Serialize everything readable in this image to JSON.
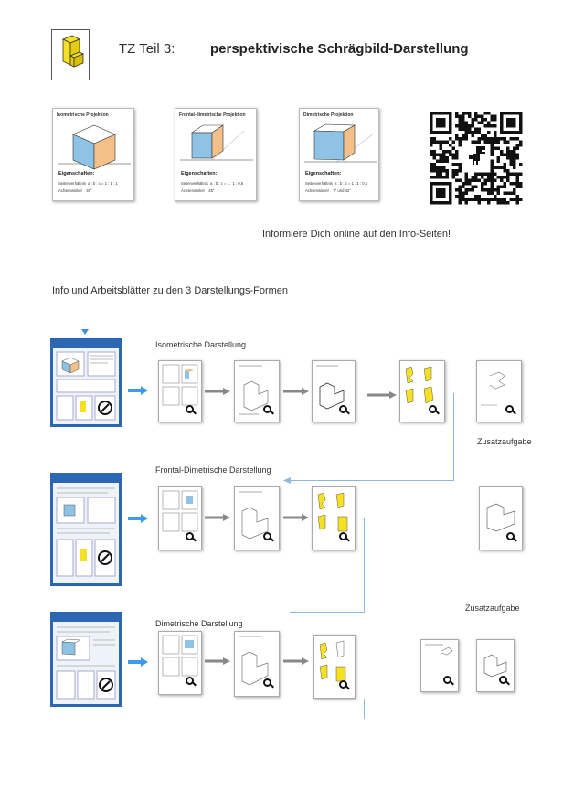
{
  "header": {
    "prefix": "TZ   Teil 3:",
    "title": "perspektivische Schrägbild-Darstellung"
  },
  "info_cards": [
    {
      "title": "Isometrische Projektion",
      "props_label": "Eigenschaften:",
      "ratio_label": "Seitenverhältnis",
      "ratio_value": "a : b : c = 1 : 1 : 1",
      "angle_label": "Achsenwinkel",
      "angle_value": "30°"
    },
    {
      "title": "Frontal-dimetrische Projektion",
      "props_label": "Eigenschaften:",
      "ratio_label": "Seitenverhältnis",
      "ratio_value": "a : b : c = 1 : 1 : 0,5",
      "angle_label": "Achsenwinkel",
      "angle_value": "45°"
    },
    {
      "title": "Dimetrische Projektion",
      "props_label": "Eigenschaften:",
      "ratio_label": "Seitenverhältnis",
      "ratio_value": "a : b : c = 1 : 1 : 0,5",
      "angle_label": "Achsenwinkel",
      "angle_value": "7° und 42°"
    }
  ],
  "info_online": "Informiere Dich online auf den  Info-Seiten!",
  "section_heading": "Info und Arbeitsblätter zu den 3 Darstellungs-Formen",
  "rows": [
    {
      "label": "Isometrische Darstellung"
    },
    {
      "label": "Frontal-Dimetrische Darstellung"
    },
    {
      "label": "Dimetrische Darstellung"
    }
  ],
  "extras": {
    "zusatz_1": "Zusatzaufgabe",
    "zusatz_2": "Zusatzaufgabe"
  },
  "colors": {
    "accent_blue": "#2b67b2",
    "connector_blue": "#8ab8e0",
    "cube_front": "#8fc3e6",
    "cube_side": "#f3c08a",
    "yellow": "#f6e024"
  }
}
